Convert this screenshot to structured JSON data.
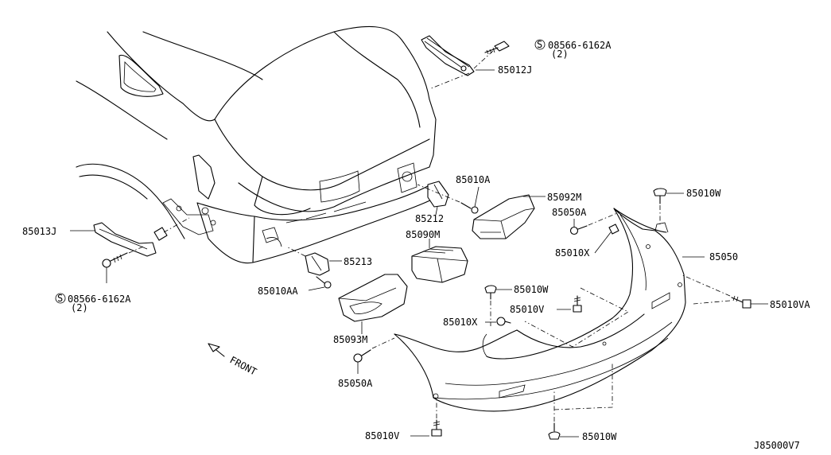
{
  "diagram": {
    "code": "J85000V7",
    "front_arrow_label": "FRONT",
    "screw_symbol": "S",
    "parts": {
      "screw_top": {
        "number": "08566-6162A",
        "qty": "(2)"
      },
      "screw_left": {
        "number": "08566-6162A",
        "qty": "(2)"
      },
      "p85012J": "85012J",
      "p85013J": "85013J",
      "p85010A": "85010A",
      "p85212": "85212",
      "p85092M": "85092M",
      "p85090M": "85090M",
      "p85213": "85213",
      "p85010AA": "85010AA",
      "p85093M": "85093M",
      "p85050A_top": "85050A",
      "p85010X_top": "85010X",
      "p85010W_top": "85010W",
      "p85050": "85050",
      "p85010W_mid": "85010W",
      "p85010V_mid": "85010V",
      "p85010X_mid": "85010X",
      "p85010VA": "85010VA",
      "p85050A_bottom": "85050A",
      "p85010V_bottom": "85010V",
      "p85010W_bottom": "85010W"
    }
  }
}
